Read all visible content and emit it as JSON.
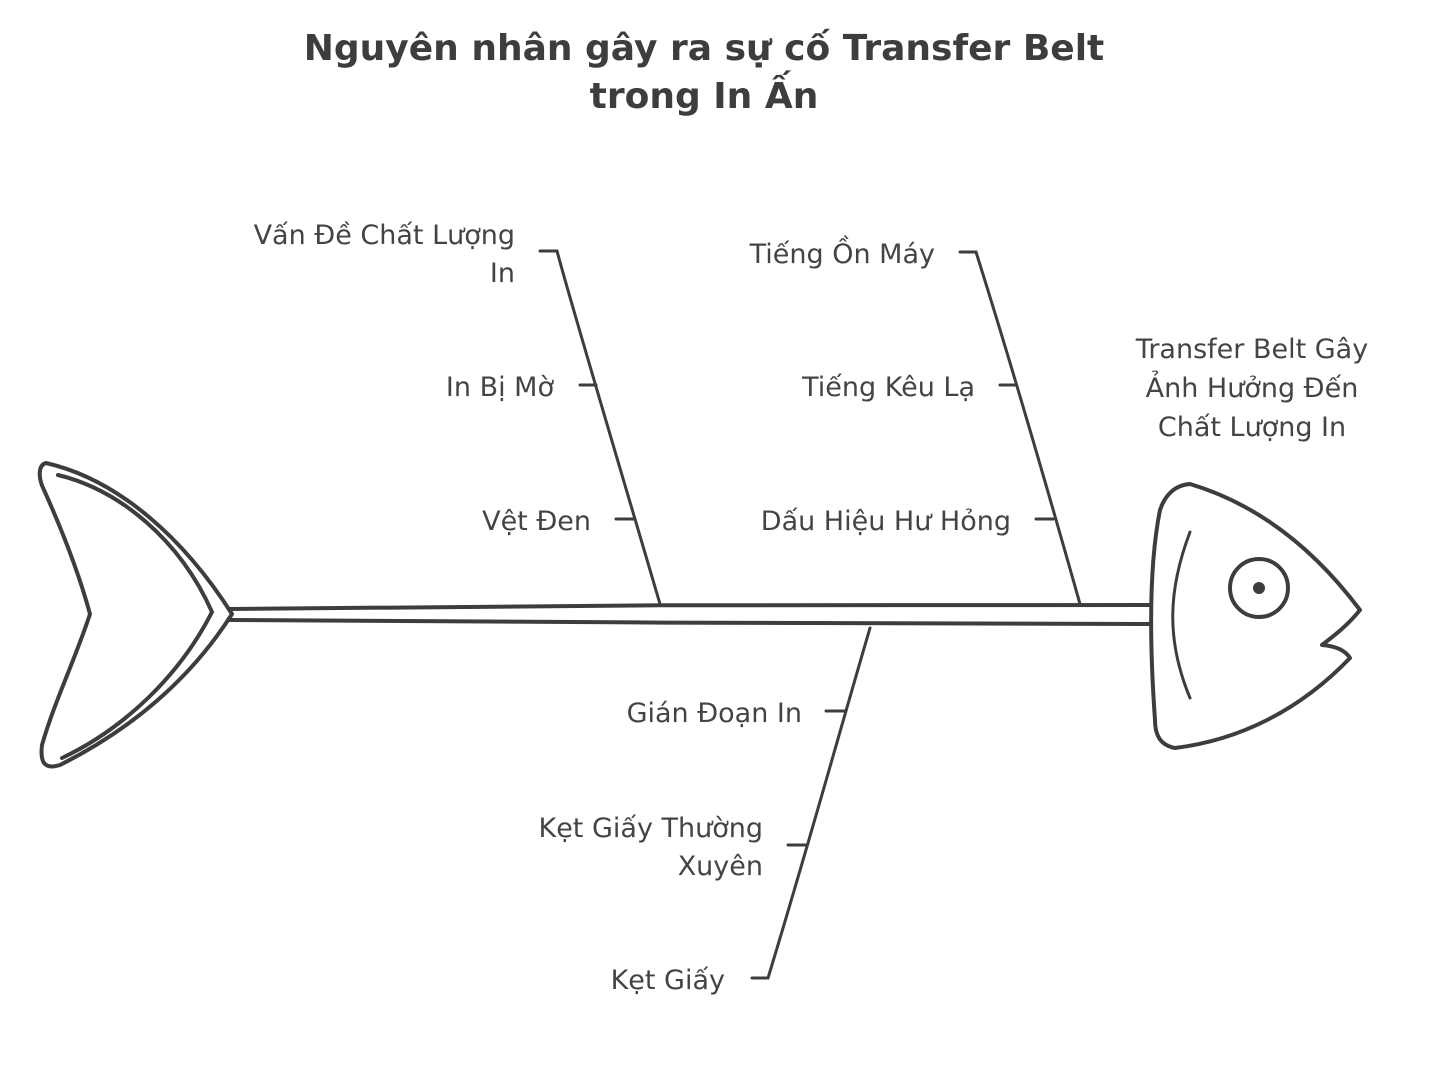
{
  "title_lines": [
    "Nguyên nhân gây ra sự cố Transfer Belt",
    "trong In Ấn"
  ],
  "effect_lines": [
    "Transfer Belt Gây",
    "Ảnh Hưởng Đến",
    "Chất Lượng In"
  ],
  "categories": [
    {
      "id": "print-quality",
      "lines": [
        "Vấn Đề Chất Lượng",
        "In"
      ],
      "causes": [
        [
          "In Bị Mờ"
        ],
        [
          "Vệt Đen"
        ]
      ]
    },
    {
      "id": "machine-noise",
      "lines": [
        "Tiếng Ồn Máy"
      ],
      "causes": [
        [
          "Tiếng Kêu Lạ"
        ],
        [
          "Dấu Hiệu Hư Hỏng"
        ]
      ]
    },
    {
      "id": "paper-jam",
      "lines": [
        "Kẹt Giấy"
      ],
      "causes": [
        [
          "Gián Đoạn In"
        ],
        [
          "Kẹt Giấy Thường",
          "Xuyên"
        ]
      ]
    }
  ]
}
